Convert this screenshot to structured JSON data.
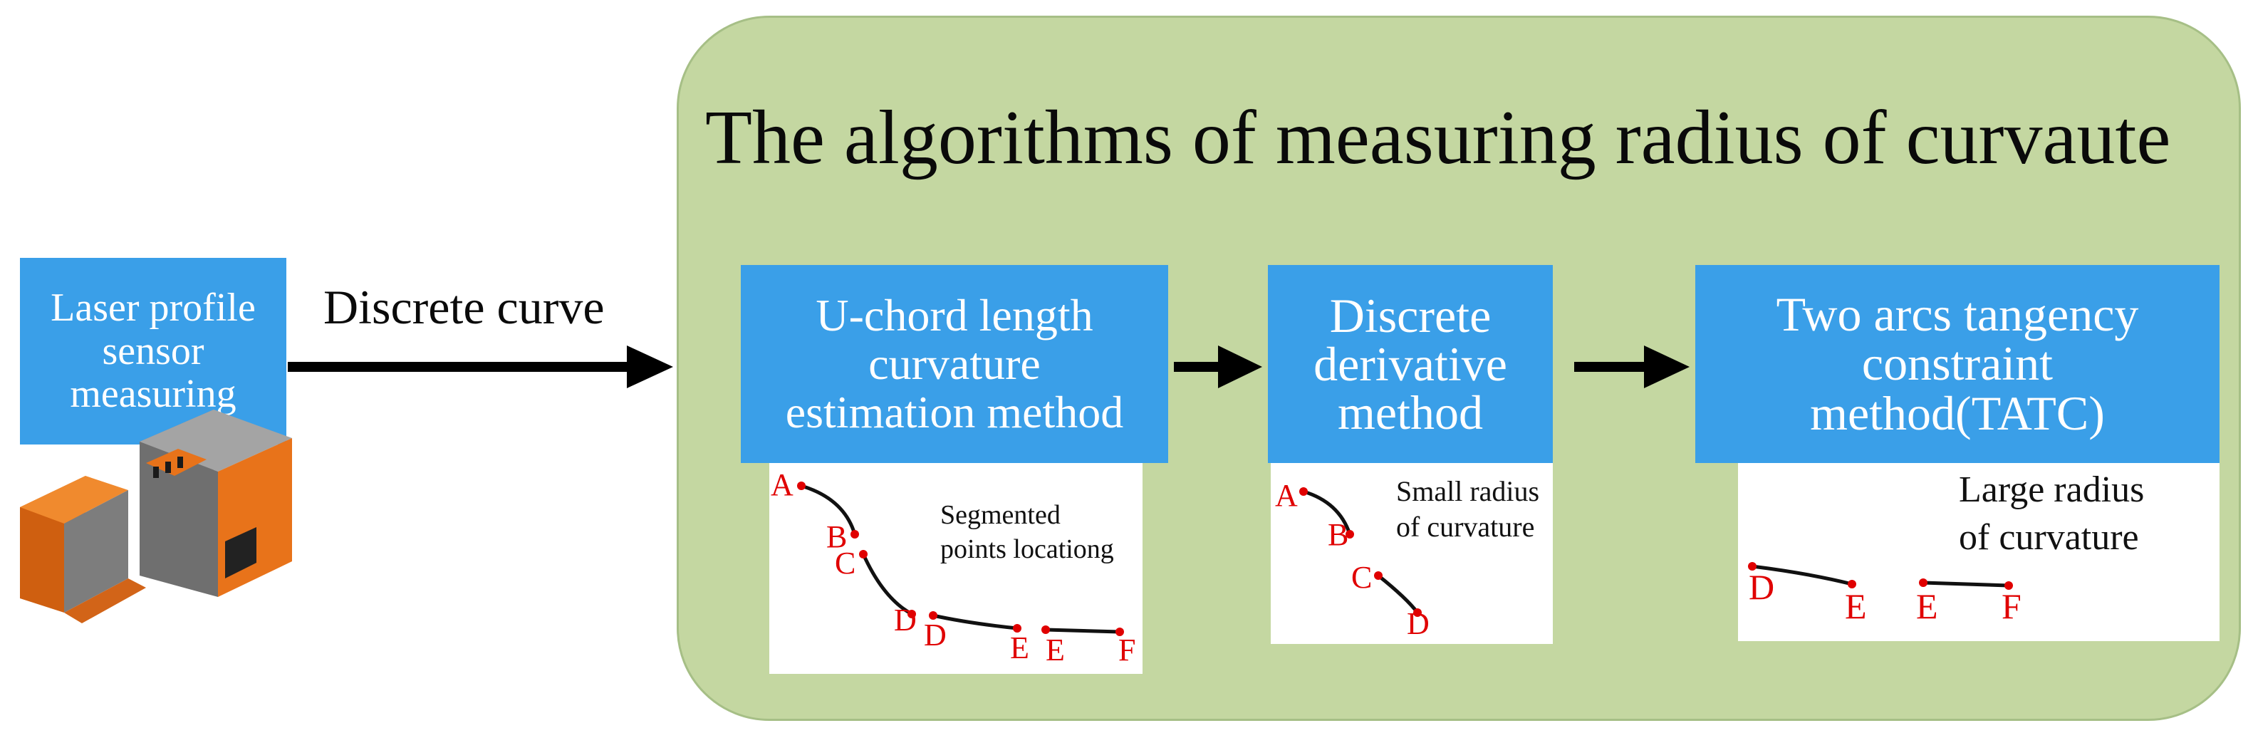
{
  "diagram": {
    "title": "The algorithms of measuring radius of curvaute",
    "nodes": {
      "sensor": [
        "Laser profile",
        "sensor",
        "measuring"
      ],
      "uchord": [
        "U-chord length",
        "curvature",
        "estimation method"
      ],
      "derivative": [
        "Discrete",
        "derivative",
        "method"
      ],
      "tatc": [
        "Two arcs tangency",
        "constraint",
        "method(TATC)"
      ]
    },
    "edge_label": "Discrete curve",
    "notes": {
      "uchord": [
        "Segmented",
        "points locationg"
      ],
      "derivative": [
        "Small radius",
        "of curvature"
      ],
      "tatc": [
        "Large radius",
        "of curvature"
      ]
    },
    "point_labels": {
      "A": "A",
      "B": "B",
      "C": "C",
      "D": "D",
      "E": "E",
      "F": "F"
    },
    "colors": {
      "box": "#3a9fe8",
      "panel": "#c4d7a1",
      "points": "#e00000"
    }
  }
}
